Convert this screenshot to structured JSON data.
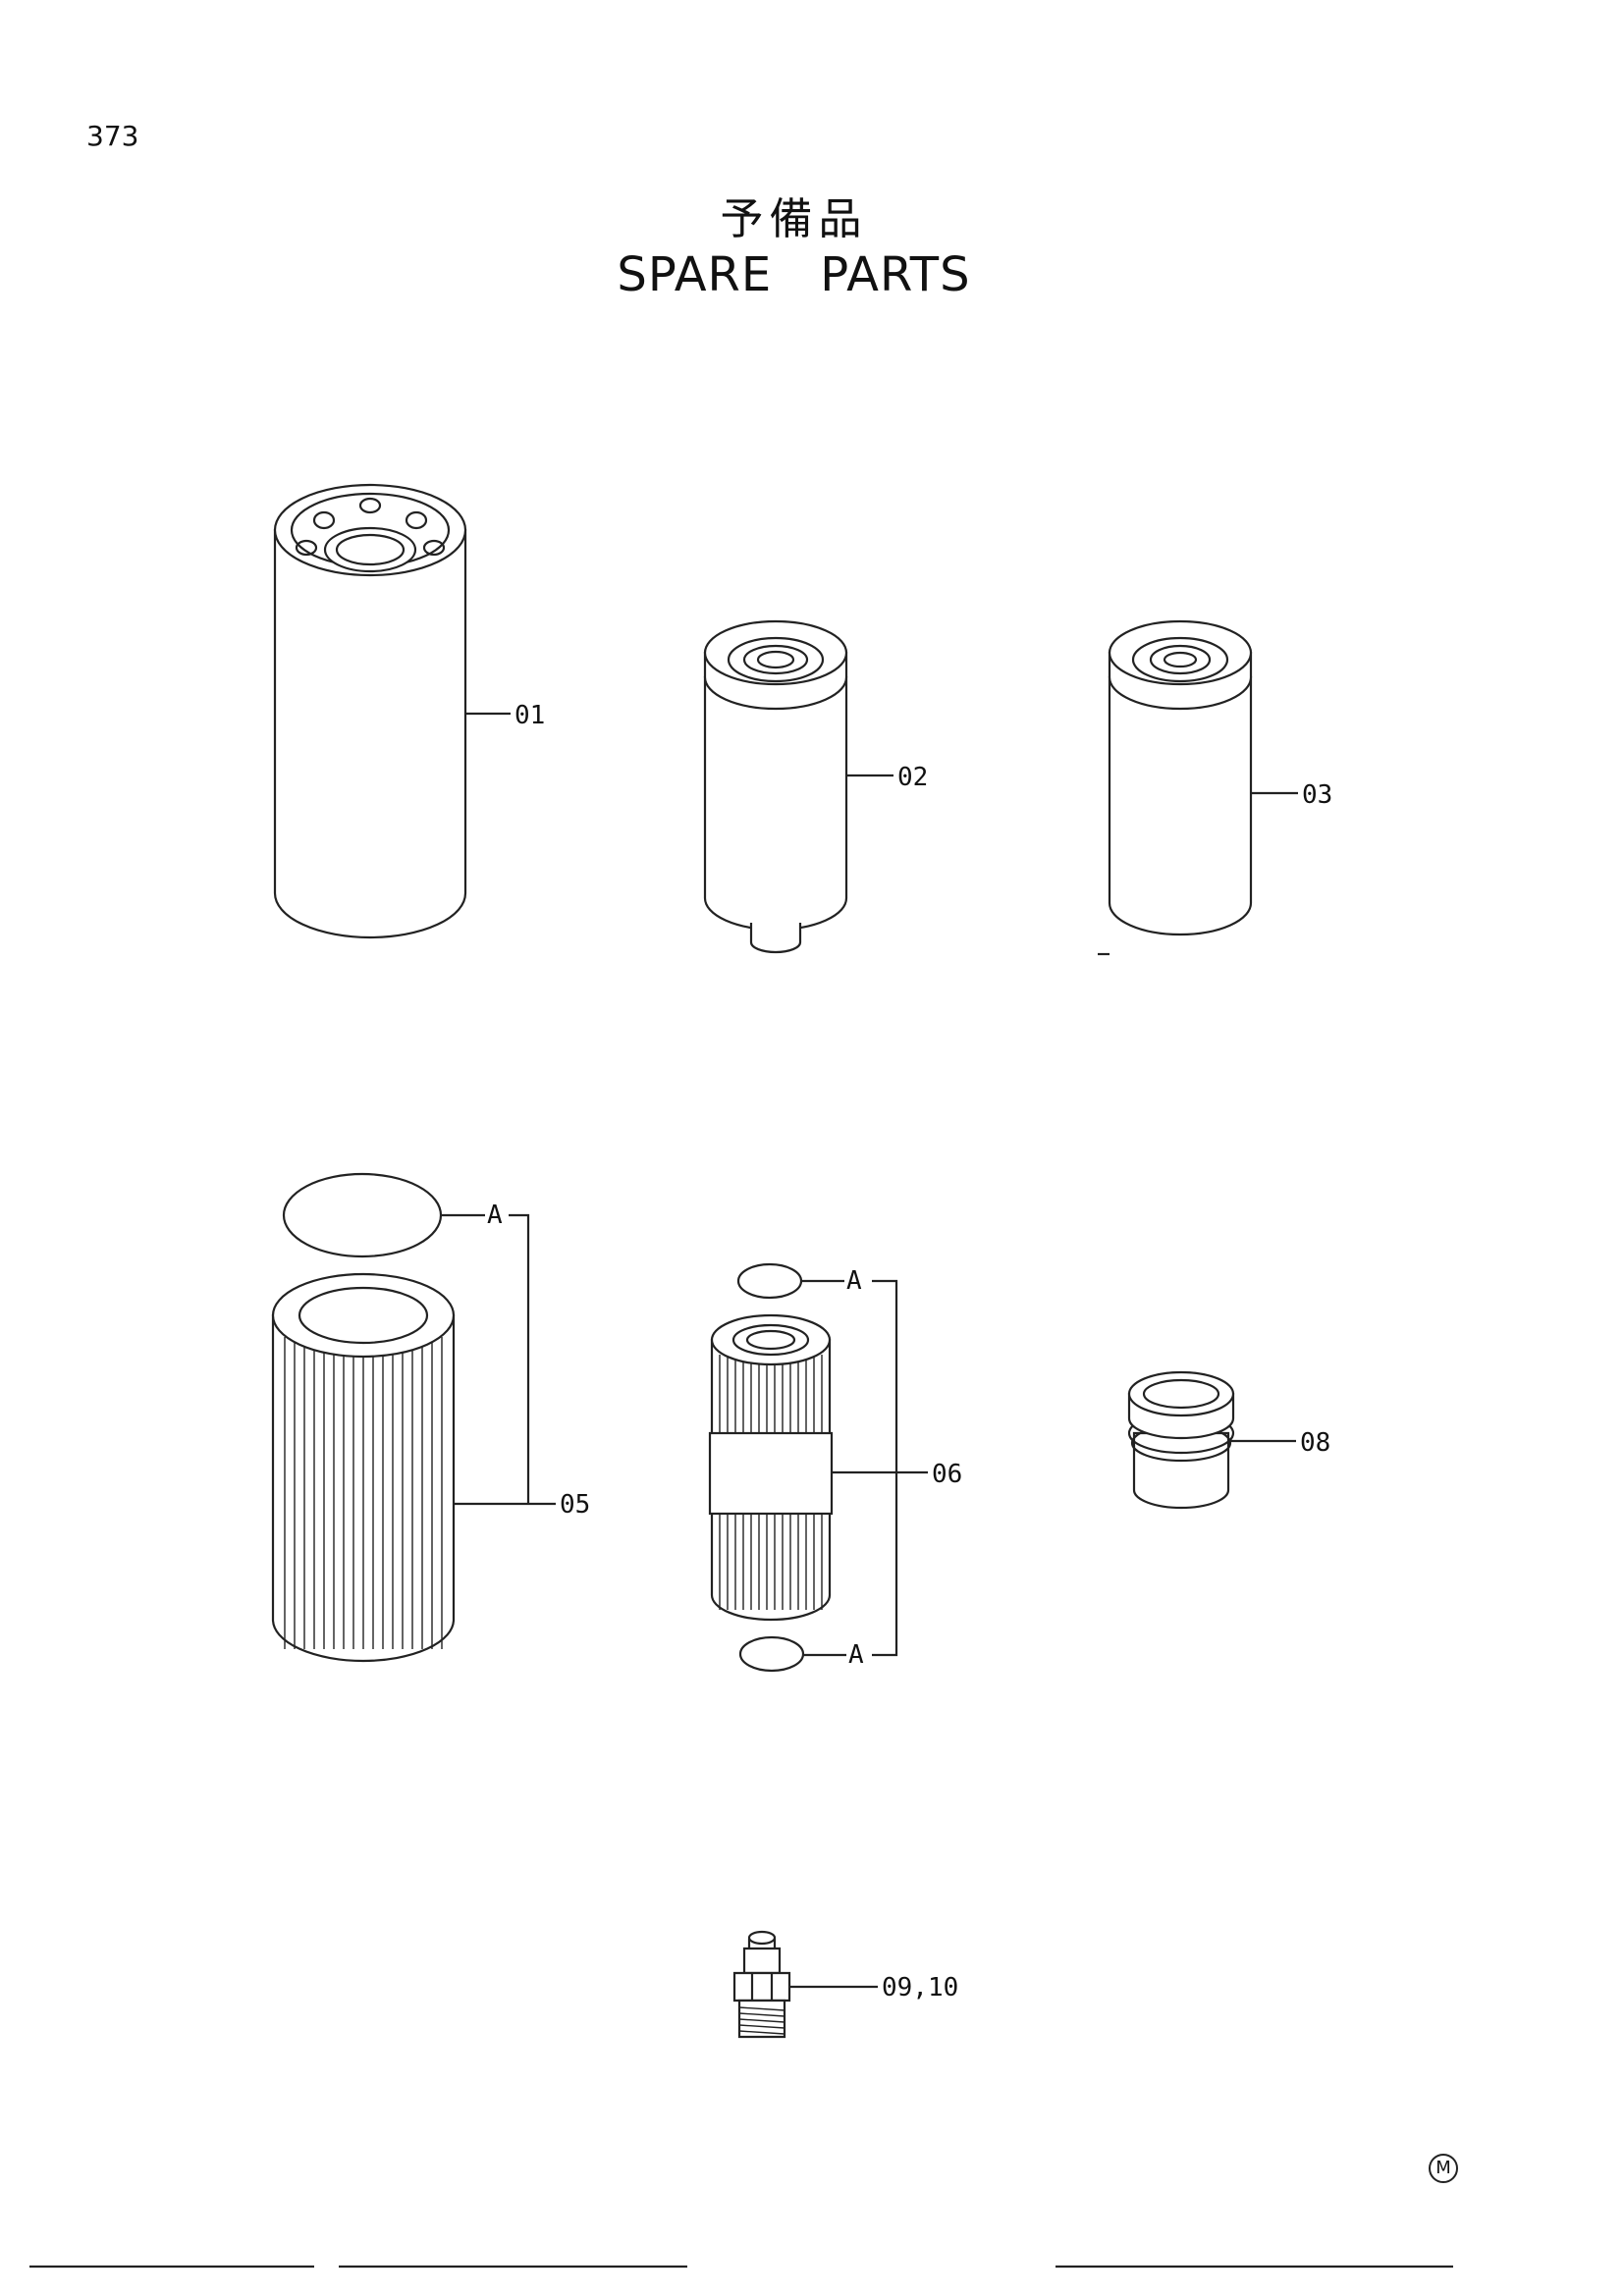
{
  "page": {
    "number": "373",
    "title_jp": "予備品",
    "title_en": "SPARE　PARTS"
  },
  "callouts": {
    "c01": "01",
    "c02": "02",
    "c03": "03",
    "c05": "05",
    "c06": "06",
    "c08": "08",
    "c0910": "09,10",
    "a1": "A",
    "a2": "A",
    "a3": "A"
  },
  "mark": "M"
}
